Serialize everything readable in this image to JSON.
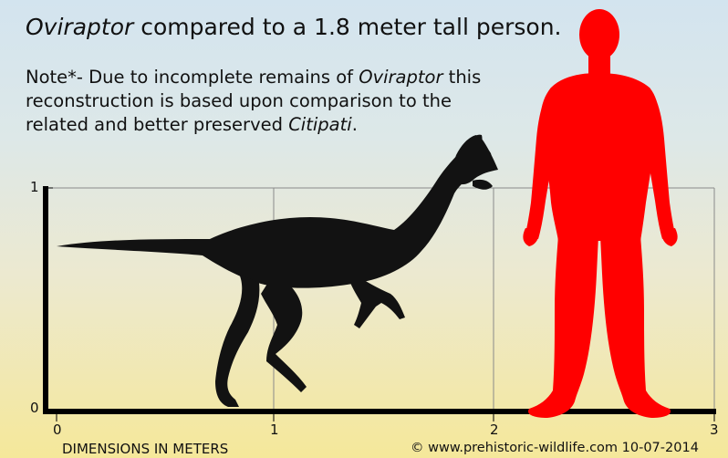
{
  "title": {
    "italic": "Oviraptor",
    "rest": " compared to a 1.8 meter tall person."
  },
  "note": {
    "line1_prefix": "Note*- Due to incomplete remains of ",
    "line1_italic": "Oviraptor",
    "line1_suffix": " this",
    "line2": "reconstruction is based upon comparison to the",
    "line3_prefix": "related and better preserved ",
    "line3_italic": "Citipati",
    "line3_suffix": "."
  },
  "axis": {
    "x_label": "DIMENSIONS IN METERS",
    "x_ticks": [
      "0",
      "1",
      "2",
      "3"
    ],
    "y_ticks": [
      "1",
      "0"
    ]
  },
  "credit": "© www.prehistoric-wildlife.com 10-07-2014",
  "colors": {
    "human": "#ff0000",
    "dinosaur": "#111111",
    "grid": "#808080"
  },
  "figures": [
    {
      "name": "Oviraptor",
      "color": "dinosaur"
    },
    {
      "name": "person",
      "height_m": 1.8,
      "color": "human"
    }
  ]
}
